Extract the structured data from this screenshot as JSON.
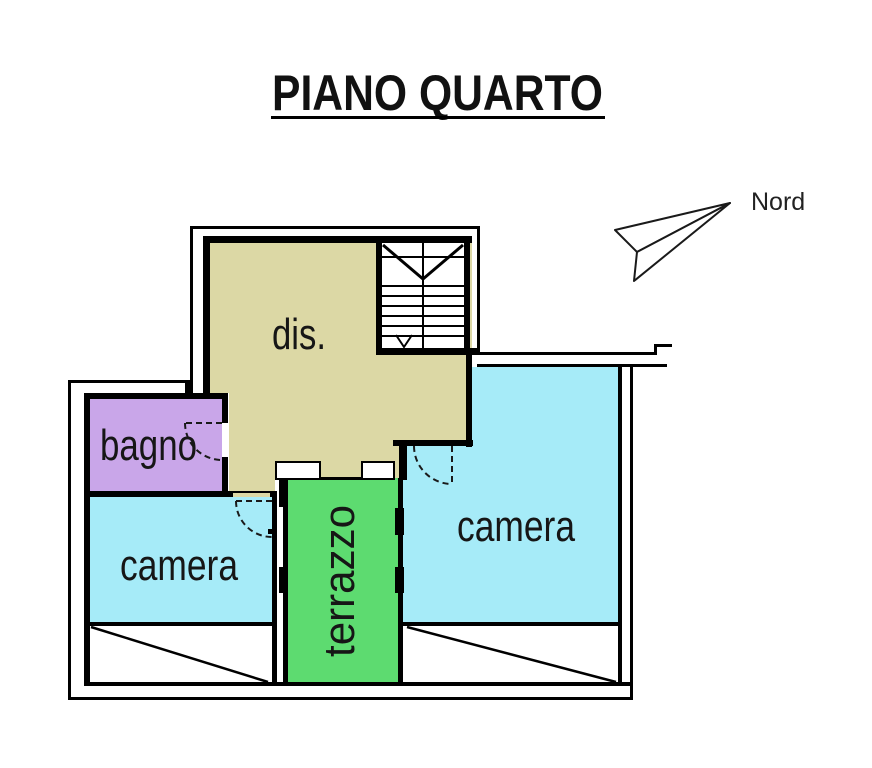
{
  "title": {
    "text": "PIANO QUARTO"
  },
  "compass": {
    "label": "Nord"
  },
  "rooms": {
    "dis": {
      "label": "dis.",
      "color": "#DCD8A5"
    },
    "bagno": {
      "label": "bagno",
      "color": "#C9A6E9"
    },
    "camera_left": {
      "label": "camera",
      "color": "#A6EBF8"
    },
    "camera_right": {
      "label": "camera",
      "color": "#A6EBF8"
    },
    "terrazzo": {
      "label": "terrazzo",
      "color": "#5DDB70"
    }
  },
  "colors": {
    "wall": "#000000",
    "background": "#FFFFFF",
    "label_text": "#161616"
  }
}
